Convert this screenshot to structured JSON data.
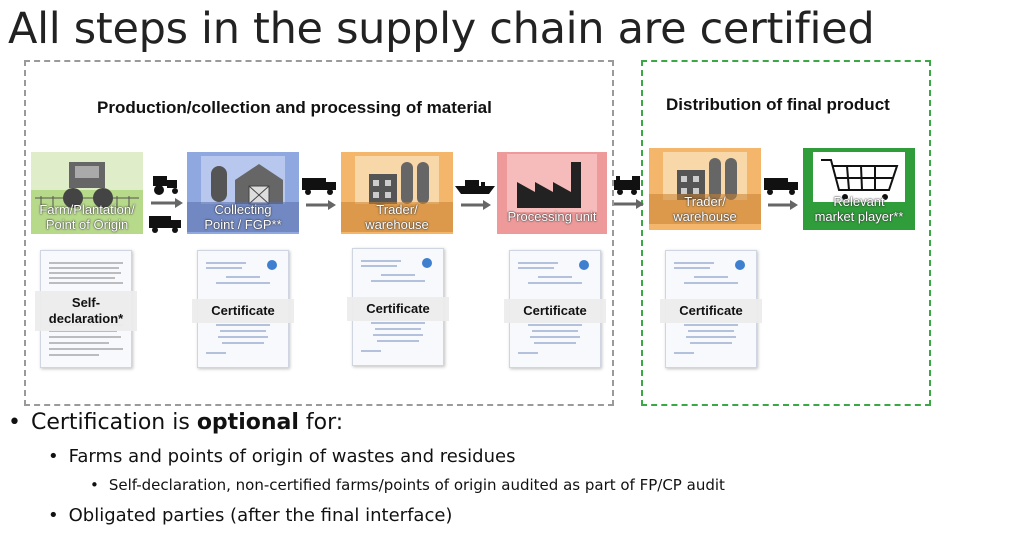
{
  "title": "All steps in the supply chain are certified",
  "sections": {
    "production": "Production/collection and processing of material",
    "distribution": "Distribution of final product"
  },
  "steps": [
    {
      "label_line1": "Farm/Plantation/",
      "label_line2": "Point of Origin",
      "color": "#b7d98a"
    },
    {
      "label_line1": "Collecting",
      "label_line2": "Point / FGP**",
      "color": "#8fa8e0"
    },
    {
      "label_line1": "Trader/",
      "label_line2": "warehouse",
      "color": "#f4b66a"
    },
    {
      "label_line1": "Processing unit",
      "label_line2": "",
      "color": "#ef9a9a"
    },
    {
      "label_line1": "Trader/",
      "label_line2": "warehouse",
      "color": "#f4b66a"
    },
    {
      "label_line1": "Relevant",
      "label_line2": "market player**",
      "color": "#2f9e3a"
    }
  ],
  "documents": [
    {
      "label_line1": "Self-",
      "label_line2": "declaration*"
    },
    {
      "label_line1": "Certificate",
      "label_line2": ""
    },
    {
      "label_line1": "Certificate",
      "label_line2": ""
    },
    {
      "label_line1": "Certificate",
      "label_line2": ""
    },
    {
      "label_line1": "Certificate",
      "label_line2": ""
    }
  ],
  "transport_icons": [
    "tractor-icon",
    "truck-icon",
    "truck-icon",
    "ship-icon",
    "train-icon",
    "truck-icon"
  ],
  "bullets": {
    "b1_pre": "Certification is ",
    "b1_bold": "optional",
    "b1_post": " for:",
    "b2": "Farms and points of origin of wastes and residues",
    "b3": "Self-declaration, non-certified farms/points of origin audited as part of FP/CP audit",
    "b4": "Obligated parties (after the final interface)"
  },
  "colors": {
    "production_border": "#9a9a9a",
    "distribution_border": "#39a845"
  }
}
